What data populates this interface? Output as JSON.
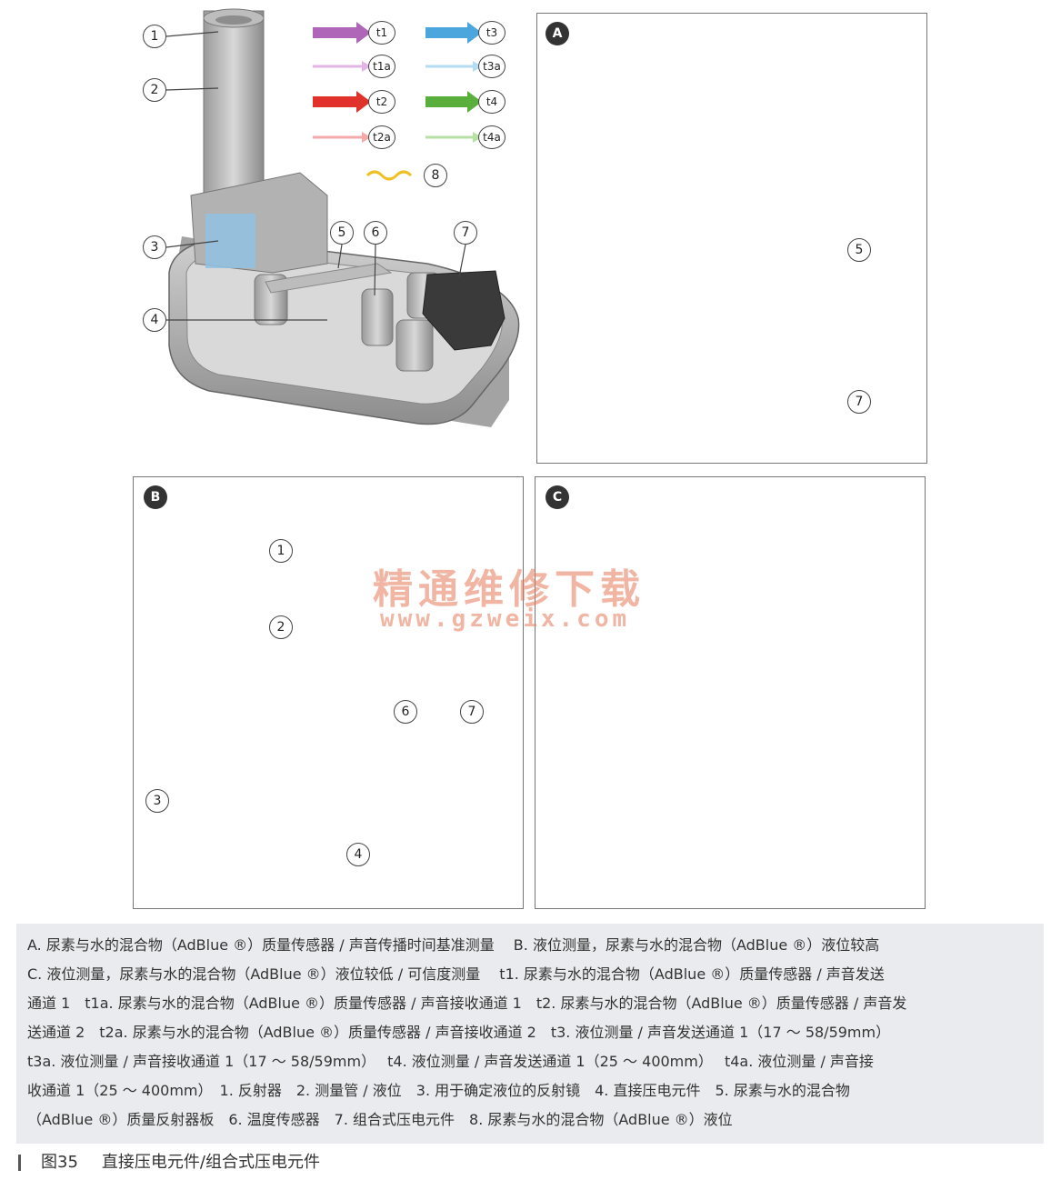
{
  "panels": {
    "a": "A",
    "b": "B",
    "c": "C"
  },
  "legend": {
    "t1": "t1",
    "t1a": "t1a",
    "t2": "t2",
    "t2a": "t2a",
    "t3": "t3",
    "t3a": "t3a",
    "t4": "t4",
    "t4a": "t4a",
    "n8": "8"
  },
  "callouts": {
    "main": [
      "1",
      "2",
      "3",
      "4",
      "5",
      "6",
      "7"
    ],
    "a": [
      "5",
      "7"
    ],
    "b": [
      "1",
      "2",
      "3",
      "4",
      "6",
      "7"
    ]
  },
  "colors": {
    "t1": "#b066b8",
    "t2": "#e0322b",
    "t3": "#4aa6dc",
    "t4": "#5aaf3c",
    "level": "#f0c020",
    "caption_bg": "#e9ebee"
  },
  "watermark": {
    "text": "精通维修下载",
    "url": "www.gzweix.com"
  },
  "caption": {
    "lines": [
      "A. 尿素与水的混合物（AdBlue ®）质量传感器 / 声音传播时间基准测量　 B. 液位测量，尿素与水的混合物（AdBlue ®）液位较高",
      "C. 液位测量，尿素与水的混合物（AdBlue ®）液位较低 / 可信度测量　 t1. 尿素与水的混合物（AdBlue ®）质量传感器 / 声音发送",
      "通道 1　t1a. 尿素与水的混合物（AdBlue ®）质量传感器 / 声音接收通道 1　t2. 尿素与水的混合物（AdBlue ®）质量传感器 / 声音发",
      "送通道 2　t2a. 尿素与水的混合物（AdBlue ®）质量传感器 / 声音接收通道 2　t3. 液位测量 / 声音发送通道 1（17 ～ 58/59mm）",
      "t3a. 液位测量 / 声音接收通道 1（17 ～ 58/59mm）　 t4. 液位测量 / 声音发送通道 1（25 ～ 400mm）　 t4a. 液位测量 / 声音接",
      "收通道 1（25 ～ 400mm）　1. 反射器　2. 测量管 / 液位　3. 用于确定液位的反射镜　4. 直接压电元件　5. 尿素与水的混合物",
      "（AdBlue ®）质量反射器板　6. 温度传感器　7. 组合式压电元件　8. 尿素与水的混合物（AdBlue ®）液位"
    ]
  },
  "figure": {
    "number": "图35",
    "title": "直接压电元件/组合式压电元件"
  }
}
